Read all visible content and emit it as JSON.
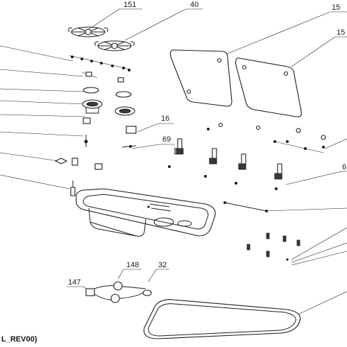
{
  "callouts": {
    "c151": "151",
    "c40": "40",
    "c16": "16",
    "c69": "69",
    "c148": "148",
    "c32": "32",
    "c147": "147",
    "c15a": "15",
    "c15b": "15",
    "c6": "6"
  },
  "drawing_code": "L_REV00)"
}
